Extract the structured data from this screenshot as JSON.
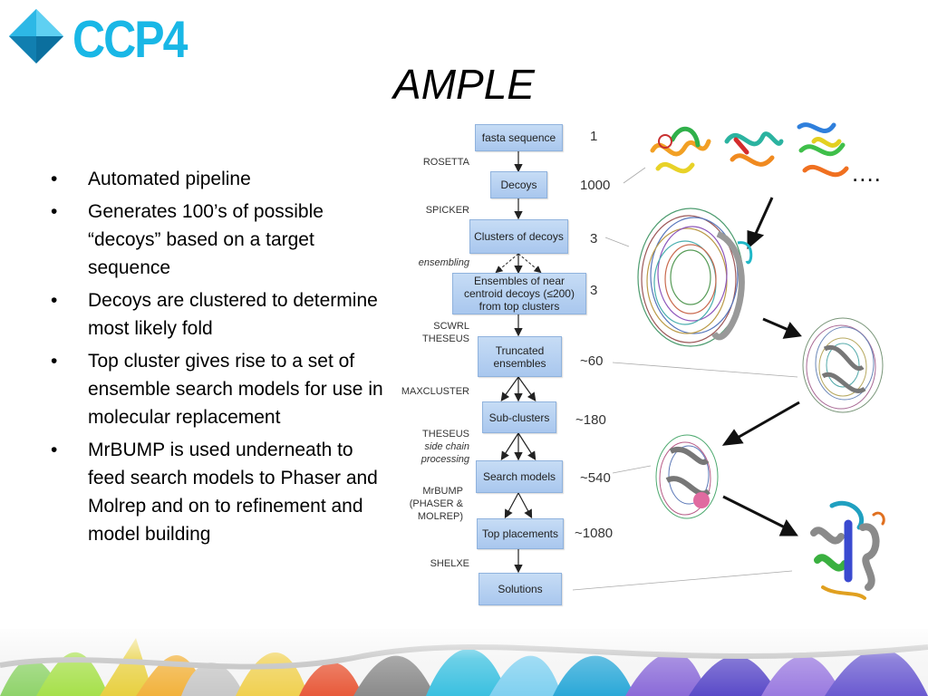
{
  "logo": {
    "text": "CCP4",
    "brand_color": "#19b7e6"
  },
  "title": "AMPLE",
  "bullets": [
    {
      "marker": "•",
      "text": "Automated pipeline"
    },
    {
      "marker": "•",
      "text": "Generates 100’s of possible “decoys” based on a target sequence"
    },
    {
      "marker": "•",
      "text": "Decoys are clustered to determine most likely fold"
    },
    {
      "marker": "•",
      "text": "Top cluster gives rise to a set of ensemble search models for use in molecular replacement"
    },
    {
      "marker": "•",
      "text": "MrBUMP is used underneath to feed search models to Phaser and Molrep and on to refinement and model building"
    }
  ],
  "flow": {
    "boxes": {
      "fasta": "fasta sequence",
      "decoys": "Decoys",
      "clusters": "Clusters of decoys",
      "ensembles": "Ensembles of near centroid decoys (≤200) from top clusters",
      "truncated": "Truncated ensembles",
      "subclusters": "Sub-clusters",
      "search": "Search models",
      "top": "Top placements",
      "solutions": "Solutions"
    },
    "steps": {
      "rosetta": "ROSETTA",
      "spicker": "SPICKER",
      "ensembling": "ensembling",
      "scwrl": "SCWRL",
      "theseus1": "THESEUS",
      "maxcluster": "MAXCLUSTER",
      "theseus2": "THESEUS",
      "sidechain1": "side chain",
      "sidechain2": "processing",
      "mrbump": "MrBUMP",
      "phaser": "(PHASER &",
      "molrep": "MOLREP)",
      "shelxe": "SHELXE"
    },
    "counts": {
      "fasta": "1",
      "decoys": "1000",
      "clusters": "3",
      "ensembles": "3",
      "truncated": "~60",
      "subclusters": "~180",
      "search": "~540",
      "top": "~1080"
    }
  },
  "ellipsis": "....",
  "colors": {
    "box_fill": "#b7d2f2",
    "box_border": "#8fb2dd",
    "accent": "#19b7e6"
  },
  "images": [
    "rainbow-protein-structures",
    "decoy-cluster-bundle",
    "truncated-ensemble",
    "search-model-ensemble",
    "solved-protein-structure"
  ]
}
